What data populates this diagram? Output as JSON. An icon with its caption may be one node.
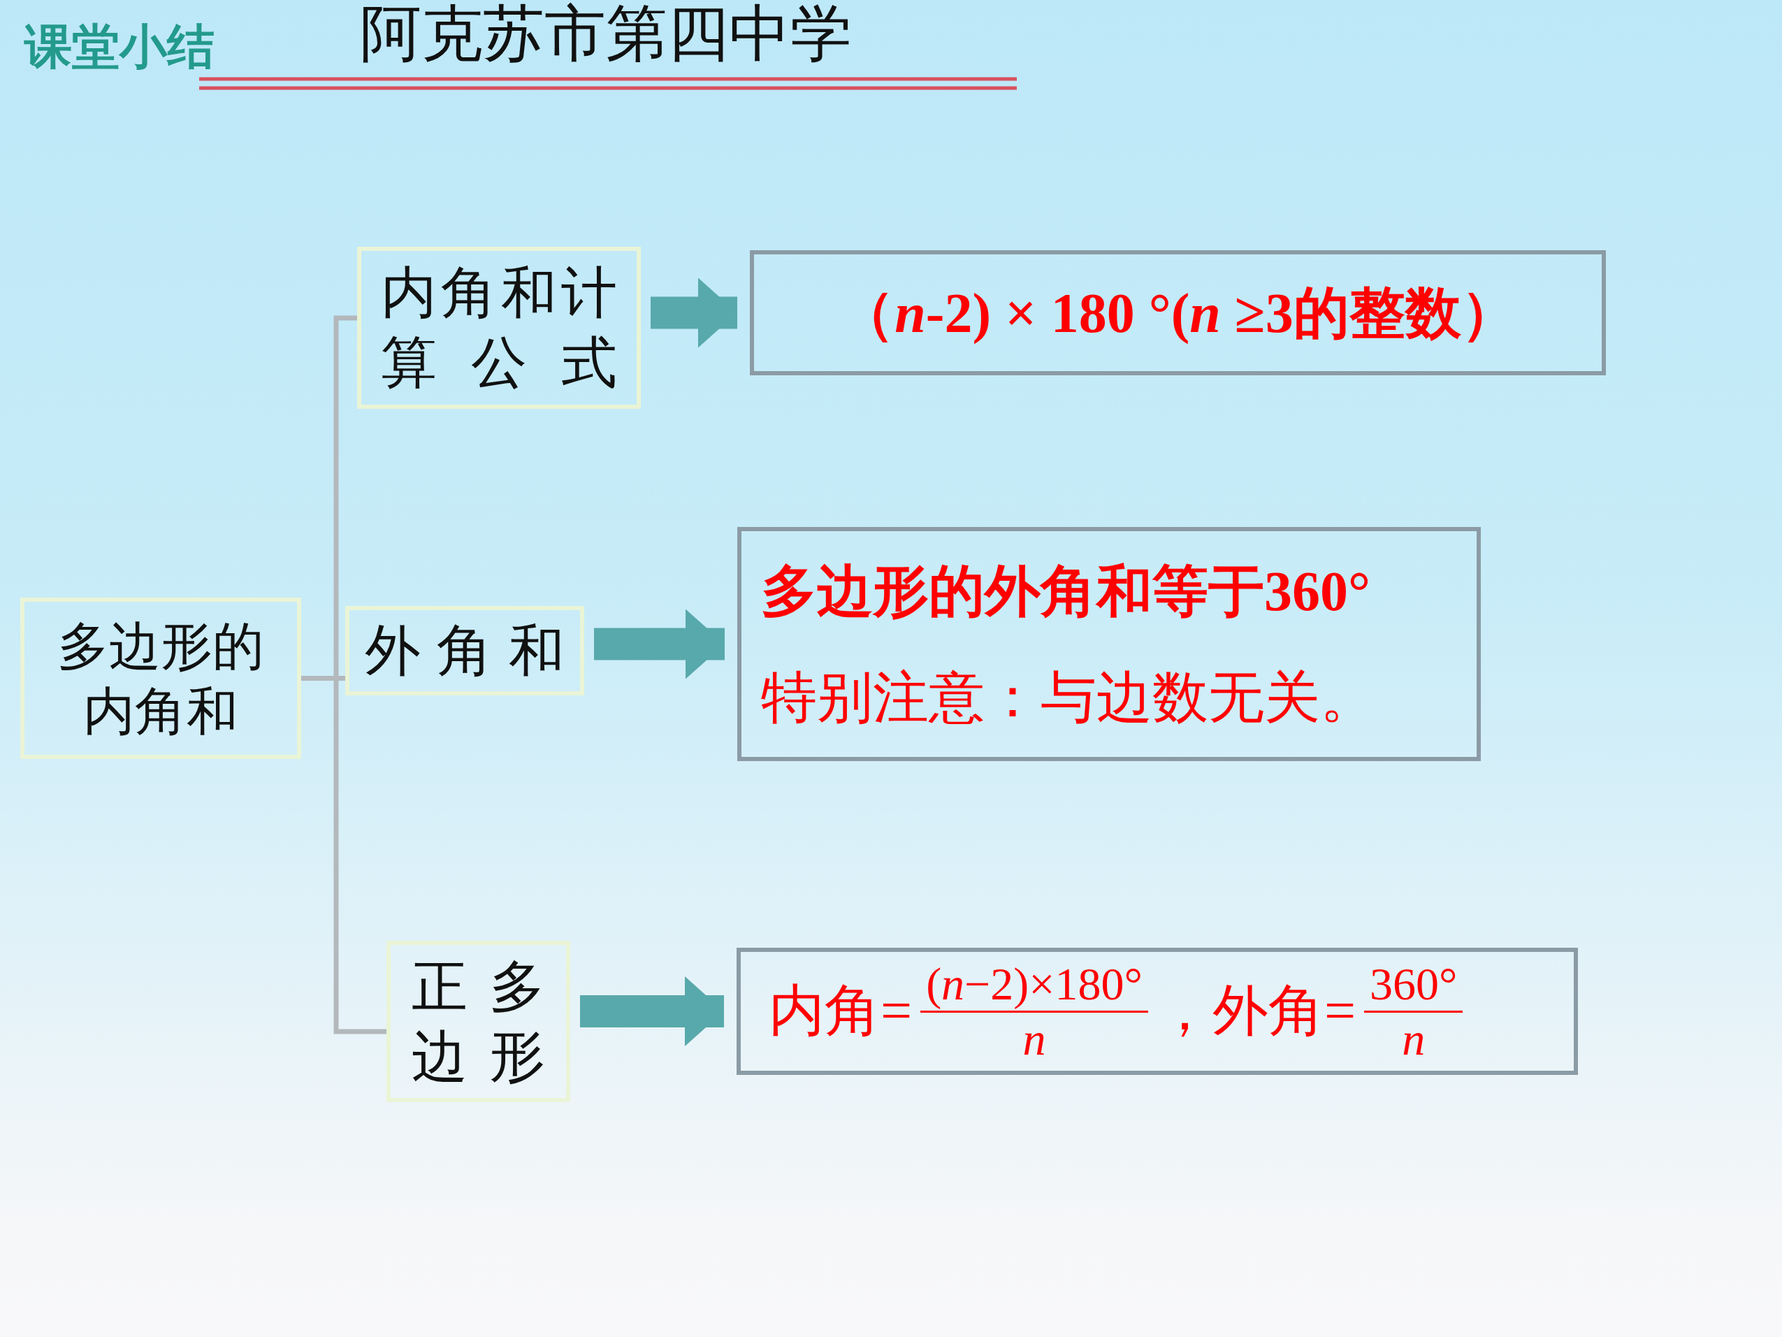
{
  "diagram": {
    "title": "阿克苏市第四中学",
    "nodes": [
      {
        "text": [
          "多边形的内角和"
        ]
      },
      {
        "text": [
          "内角和计算公式"
        ]
      },
      {
        "text": [
          "外角和"
        ]
      },
      {
        "text": [
          "正多边形"
        ]
      },
      {
        "text": [
          "（*n*-2) × 180 °(*n* ≥3的整数）"
        ]
      },
      {
        "text": [
          "多边形的外角和等于360°",
          "特别注意：与边数无关。"
        ]
      },
      {
        "text": [
          "内角=",
          "(*n*−2)×180°",
          "n",
          "，外角=",
          "360°",
          "n"
        ]
      }
    ],
    "edges": [
      {
        "from": 0,
        "to": 1,
        "arrow": "none"
      },
      {
        "from": 0,
        "to": 2,
        "arrow": "none"
      },
      {
        "from": 0,
        "to": 3,
        "arrow": "none"
      },
      {
        "from": 1,
        "to": 4,
        "arrow": "to",
        "style": "thick",
        "color": "#58a9ab"
      },
      {
        "from": 2,
        "to": 5,
        "arrow": "to",
        "style": "thick",
        "color": "#58a9ab"
      },
      {
        "from": 3,
        "to": 6,
        "arrow": "to",
        "style": "thick",
        "color": "#58a9ab"
      }
    ],
    "labels": [
      "课堂小结"
    ]
  }
}
